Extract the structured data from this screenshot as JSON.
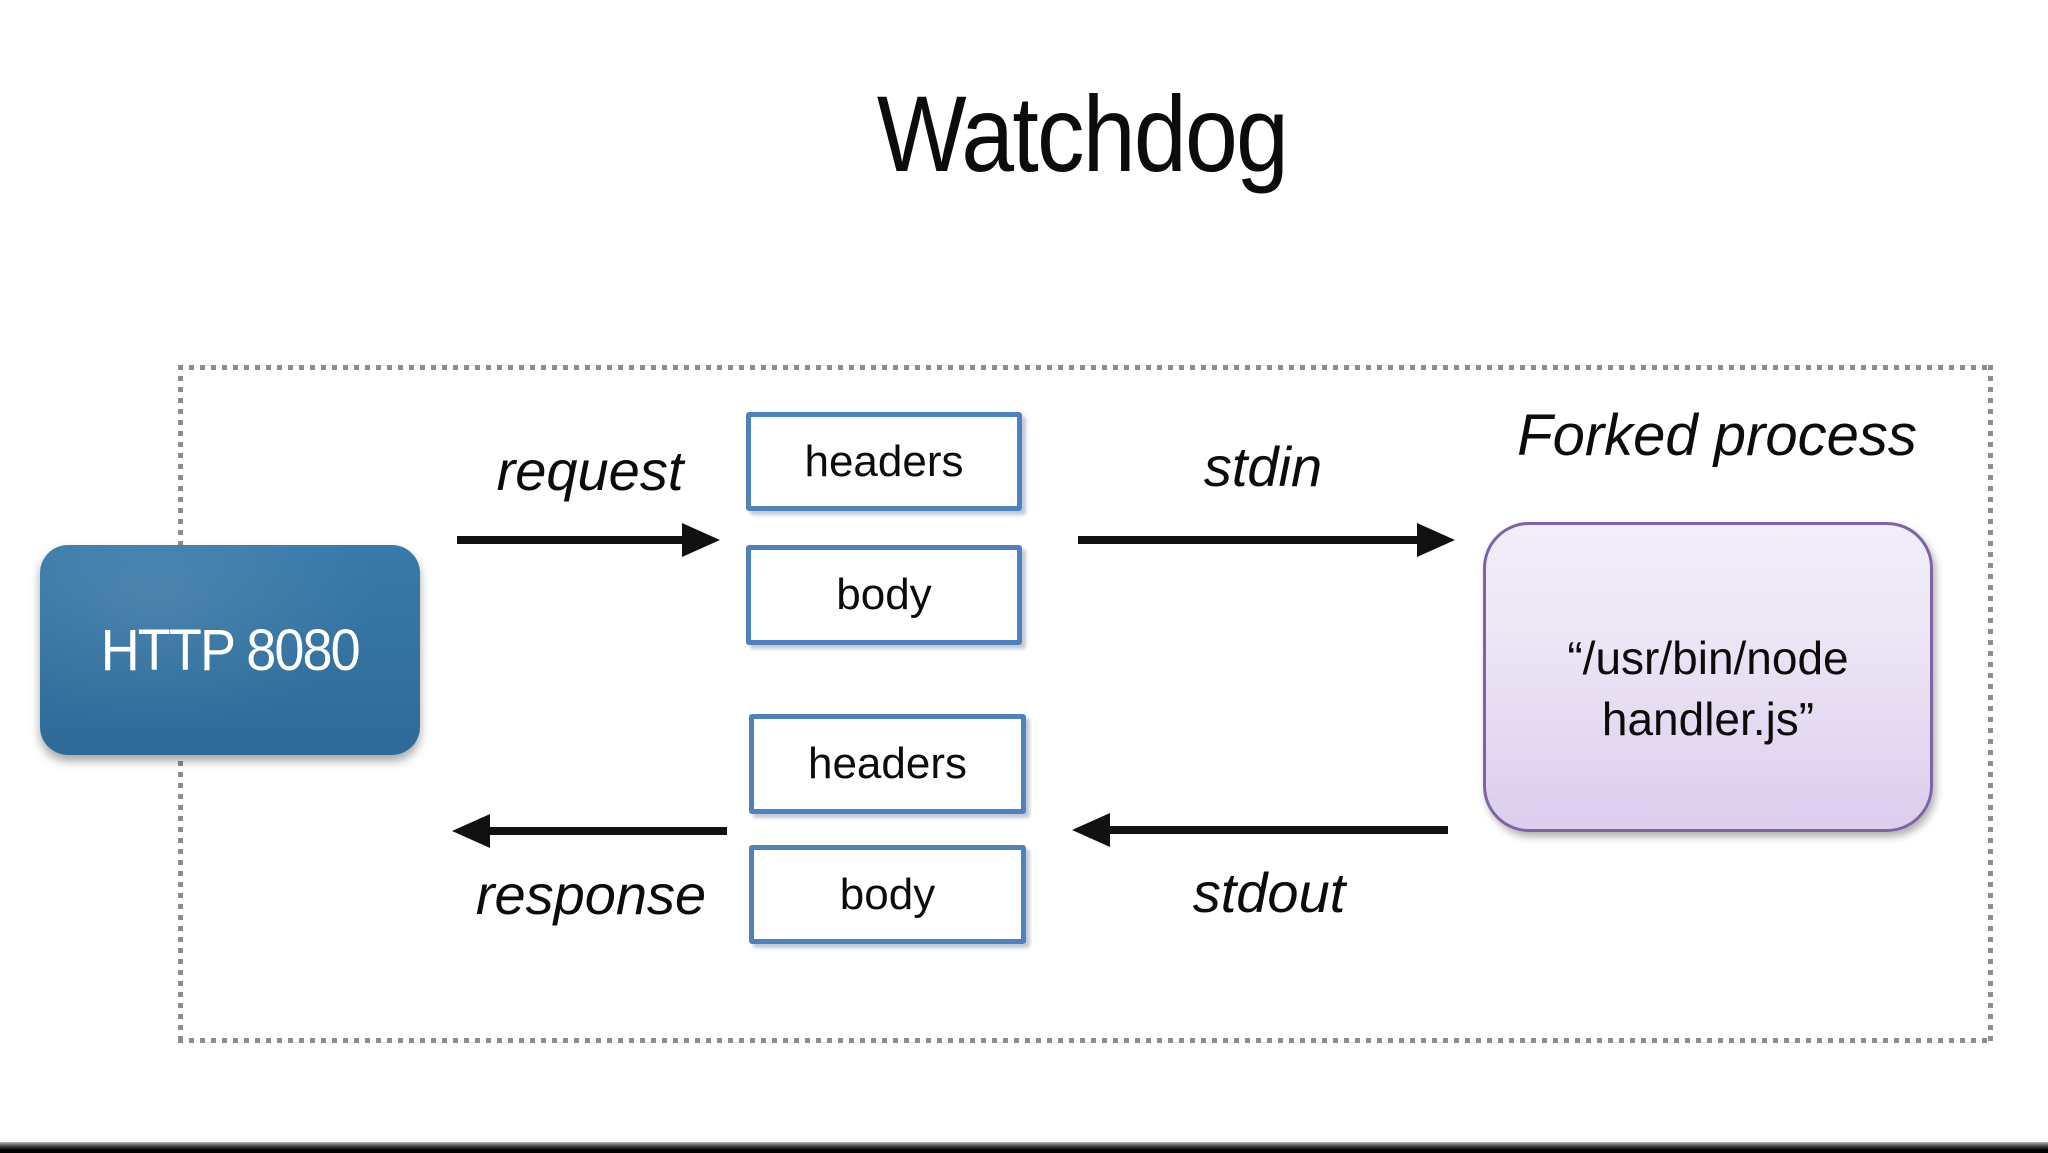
{
  "page": {
    "title": "Watchdog"
  },
  "diagram": {
    "http_node": {
      "label": "HTTP 8080"
    },
    "request_pipe": {
      "label": "request",
      "boxes": [
        "headers",
        "body"
      ]
    },
    "stdin_pipe": {
      "label": "stdin"
    },
    "response_pipe": {
      "label": "response",
      "boxes": [
        "headers",
        "body"
      ]
    },
    "stdout_pipe": {
      "label": "stdout"
    },
    "forked_process": {
      "caption": "Forked process",
      "command_lines": [
        "“/usr/bin/node",
        "handler.js”"
      ]
    },
    "colors": {
      "http_node_fill": "#33719F",
      "io_box_border": "#4E81BD",
      "forked_fill_top": "#F2EEF9",
      "forked_fill_bottom": "#DCCDED",
      "forked_border": "#7E63A5",
      "dotted_frame": "#8D8D8D",
      "arrow": "#111111"
    }
  }
}
